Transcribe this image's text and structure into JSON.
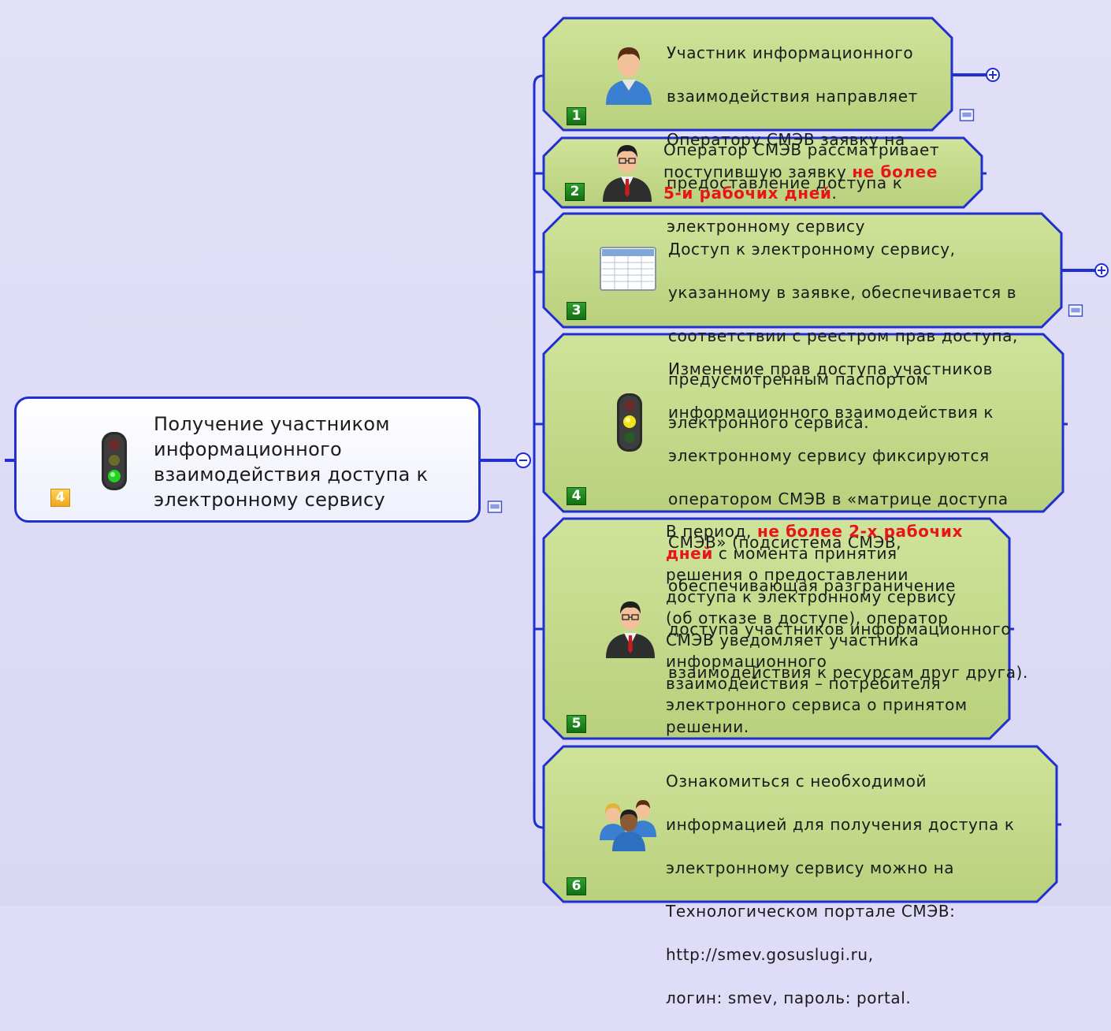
{
  "root": {
    "text": "Получение участником информационного взаимодействия доступа к электронному сервису",
    "badge": "4",
    "icon": "traffic-light-green-icon"
  },
  "children": [
    {
      "id": 1,
      "badge": "1",
      "icon": "user-man-icon",
      "lines": [
        "Участник информационного",
        "взаимодействия направляет",
        "Оператору СМЭВ заявку на",
        "предоставление доступа к",
        "электронному сервису"
      ],
      "collapsed_branch": true,
      "has_note": true
    },
    {
      "id": 2,
      "badge": "2",
      "icon": "businessman-icon",
      "text_before": "Оператор СМЭВ рассматривает\nпоступившую заявку  ",
      "highlight": "не более\n5-и рабочих дней",
      "text_after": "."
    },
    {
      "id": 3,
      "badge": "3",
      "icon": "table-grid-icon",
      "lines": [
        "Доступ к электронному сервису,",
        "указанному в заявке, обеспечивается в",
        "соответствии с реестром прав доступа,",
        "предусмотренным паспортом",
        "электронного сервиса."
      ],
      "collapsed_branch": true,
      "has_note": true
    },
    {
      "id": 4,
      "badge": "4",
      "icon": "traffic-light-yellow-icon",
      "lines": [
        "Изменение прав доступа участников",
        "информационного взаимодействия к",
        "электронному сервису фиксируются",
        "оператором СМЭВ в «матрице доступа",
        "СМЭВ» (подсистема СМЭВ,",
        "обеспечивающая разграничение",
        "доступа участников информационного",
        "взаимодействия к ресурсам друг друга)."
      ]
    },
    {
      "id": 5,
      "badge": "5",
      "icon": "businessman-icon",
      "text_before": "В период, ",
      "highlight": "не более 2-х рабочих\nдней",
      "text_after": " с момента принятия\nрешения о предоставлении\nдоступа к электронному сервису\n(об отказе в доступе), оператор\nСМЭВ уведомляет участника\nинформационного\nвзаимодействия – потребителя\nэлектронного сервиса о принятом\nрешении."
    },
    {
      "id": 6,
      "badge": "6",
      "icon": "user-group-icon",
      "lines": [
        "Ознакомиться с необходимой",
        "информацией для получения доступа к",
        "электронному сервису можно на",
        "Технологическом портале СМЭВ:",
        "http://smev.gosuslugi.ru,",
        "логин: smev, пароль: portal."
      ]
    }
  ],
  "colors": {
    "background": "#dedcf7",
    "node_fill": "#c4d98b",
    "node_border": "#1f2fd0",
    "connector": "#1f2fd0",
    "highlight_text": "#e8141c",
    "badge_green": "#1f8a1f",
    "badge_orange": "#f0a61a"
  }
}
